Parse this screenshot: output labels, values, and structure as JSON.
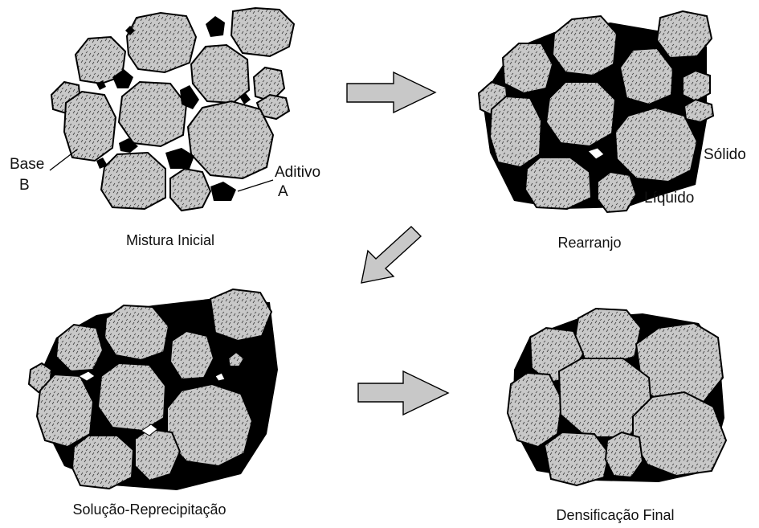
{
  "stages": {
    "initial": "Mistura Inicial",
    "rearrangement": "Rearranjo",
    "solution": "Solução-Reprecipitação",
    "densification": "Densificação Final"
  },
  "annotations": {
    "base_line1": "Base",
    "base_line2": "B",
    "additive_line1": "Aditivo",
    "additive_line2": "A",
    "solid": "Sólido",
    "liquid": "Líquido"
  },
  "colors": {
    "grain_fill": "#c8c8c8",
    "liquid_phase": "#000000",
    "arrow_fill": "#c8c8c8"
  }
}
